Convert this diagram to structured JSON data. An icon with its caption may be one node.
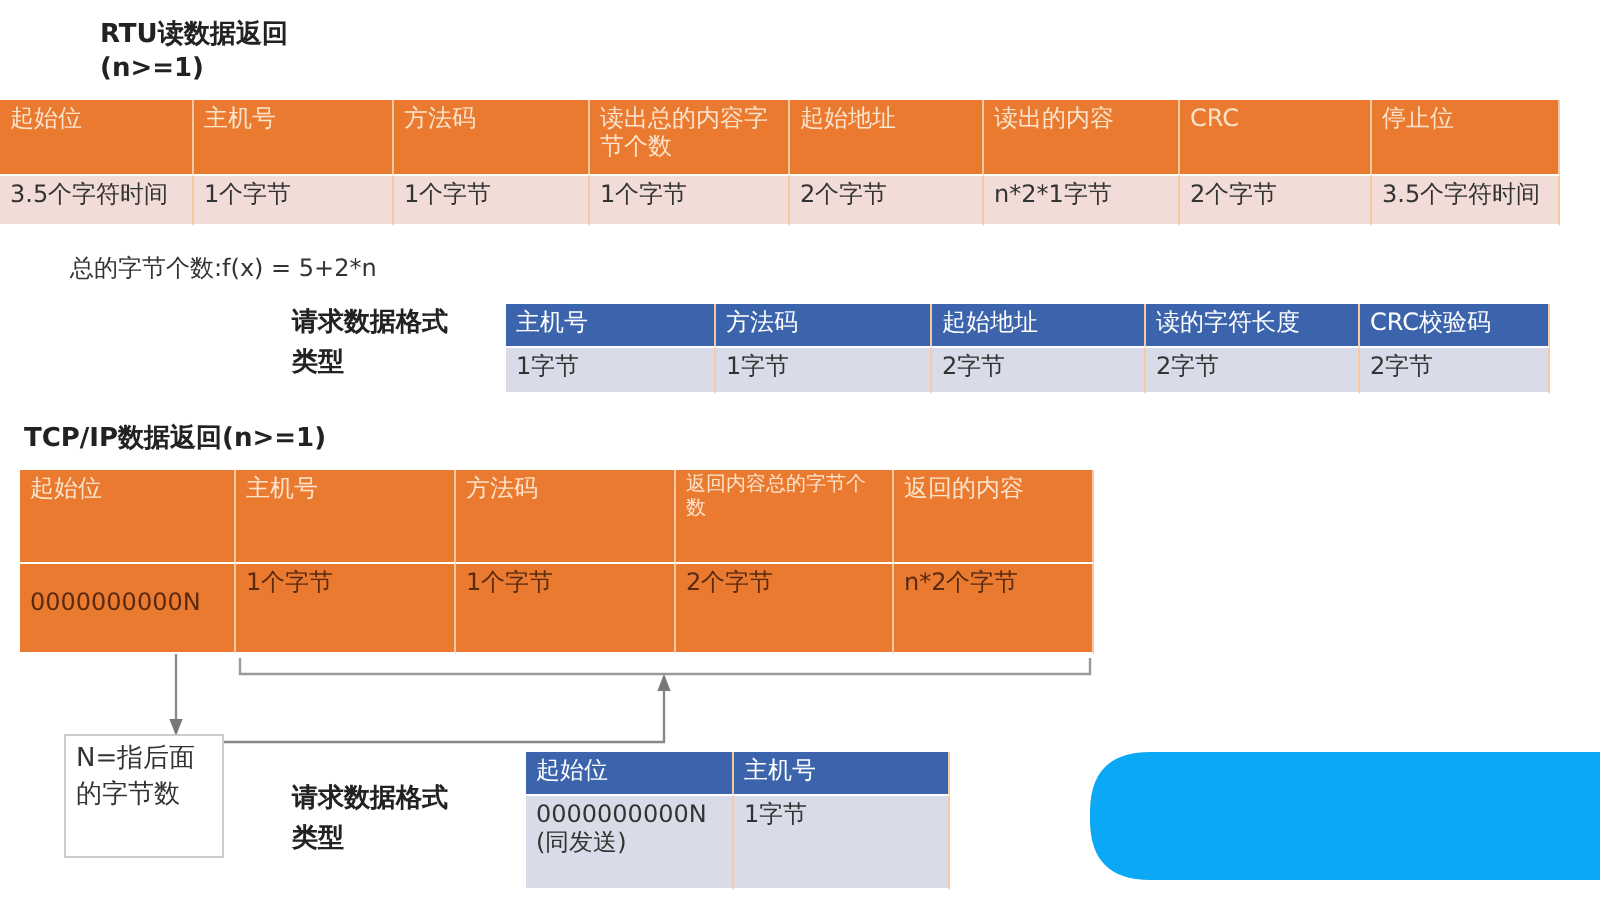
{
  "diagram": {
    "nodes": [
      {
        "text": [
          "0000000000N"
        ]
      },
      {
        "text": [
          "N=指后面的字节数"
        ]
      },
      {
        "text": [],
        "shape": "bar"
      }
    ],
    "edges": [
      {
        "from": 0,
        "to": 1,
        "arrow": "to"
      },
      {
        "from": 1,
        "to": 2,
        "arrow": "to"
      }
    ],
    "labels": [
      "RTU读数据返回 (n>=1)",
      "起始位",
      "主机号",
      "方法码",
      "读出总的内容字节个数",
      "起始地址",
      "读出的内容",
      "CRC",
      "停止位",
      "3.5个字符时间",
      "1个字节",
      "1个字节",
      "1个字节",
      "2个字节",
      "n*2*1字节",
      "2个字节",
      "3.5个字符时间",
      "总的字节个数:f(x) = 5+2*n",
      "请求数据格式类型",
      "主机号",
      "方法码",
      "起始地址",
      "读的字符长度",
      "CRC校验码",
      "1字节",
      "1字节",
      "2字节",
      "2字节",
      "2字节",
      "TCP/IP数据返回(n>=1)",
      "起始位",
      "主机号",
      "方法码",
      "返回内容总的字节个数",
      "返回的内容",
      "1个字节",
      "1个字节",
      "2个字节",
      "n*2个字节",
      "请求数据格式类型",
      "起始位",
      "主机号",
      "0000000000N (同发送)",
      "1字节"
    ]
  }
}
